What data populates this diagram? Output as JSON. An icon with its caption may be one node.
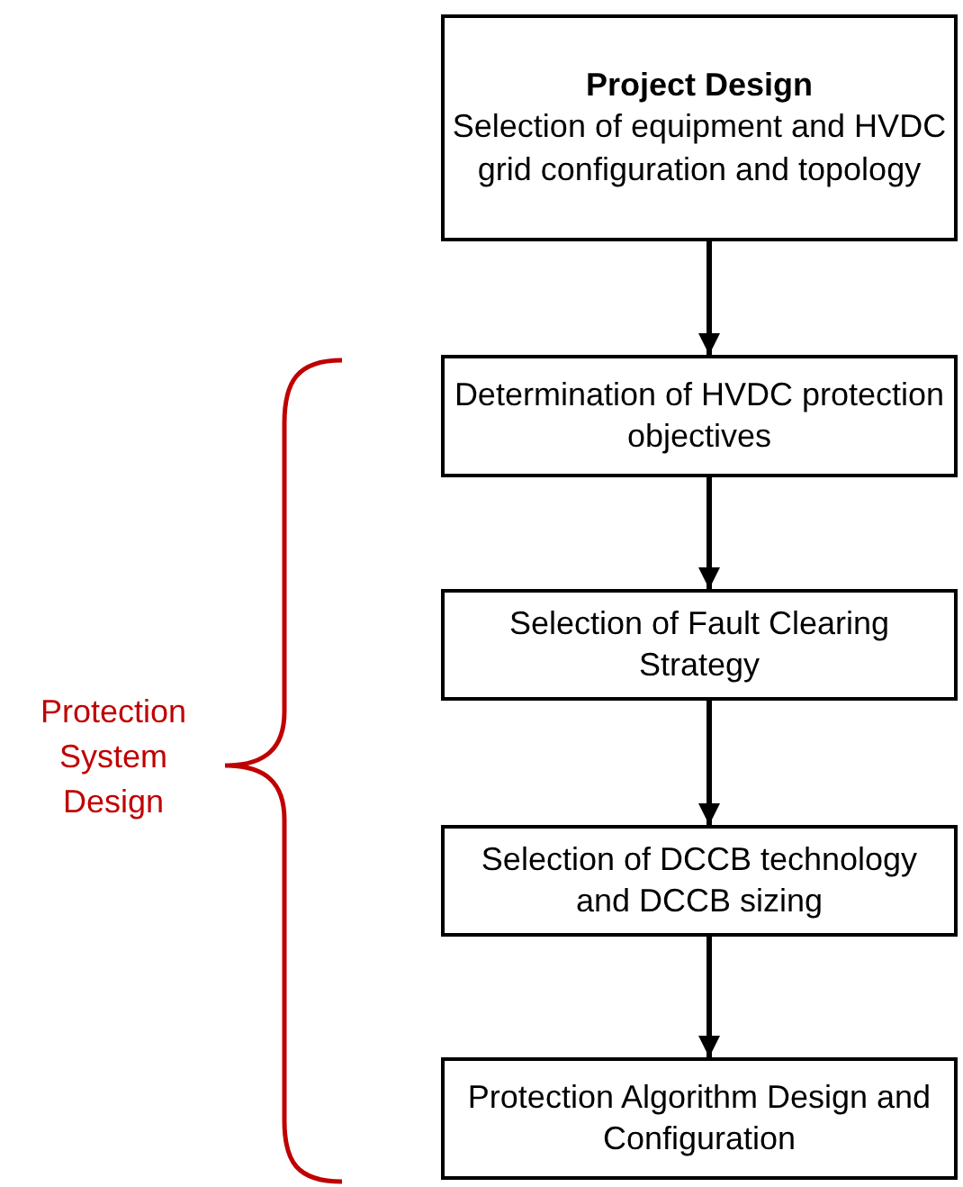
{
  "diagram": {
    "nodes": [
      {
        "text": [
          "Project Design",
          "Selection of equipment and HVDC grid configuration and topology"
        ]
      },
      {
        "text": [
          "Determination of HVDC protection objectives"
        ]
      },
      {
        "text": [
          "Selection of Fault Clearing Strategy"
        ]
      },
      {
        "text": [
          "Selection of DCCB technology and DCCB sizing"
        ]
      },
      {
        "text": [
          "Protection Algorithm Design and Configuration"
        ]
      }
    ],
    "edges": [
      {
        "from": 0,
        "to": 1,
        "arrow": "to"
      },
      {
        "from": 1,
        "to": 2,
        "arrow": "to"
      },
      {
        "from": 2,
        "to": 3,
        "arrow": "to"
      },
      {
        "from": 3,
        "to": 4,
        "arrow": "to"
      }
    ],
    "labels": [
      "Protection System Design"
    ]
  }
}
